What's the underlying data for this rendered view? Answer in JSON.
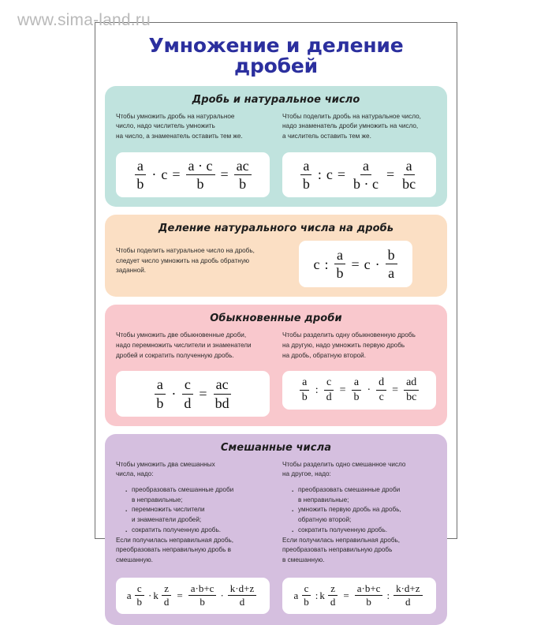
{
  "watermark": "www.sima-land.ru",
  "poster": {
    "title": "Умножение и деление дробей",
    "sections": [
      {
        "id": "fraction-and-natural-number",
        "title": "Дробь и  натуральное число",
        "color": "#c0e3de",
        "left": {
          "text_lines": [
            "Чтобы  умножить  дробь  на  натуральное",
            "число,  надо  числитель  умножить",
            "на  число,  а знаменатель  оставить тем же."
          ],
          "formula": {
            "plain": "a/b · c = (a·c)/b = ac/b",
            "parts": {
              "f1_num": "a",
              "f1_den": "b",
              "op1": "·",
              "c": "c",
              "eq1": "=",
              "f2_num": "a · c",
              "f2_den": "b",
              "eq2": "=",
              "f3_num": "ac",
              "f3_den": "b"
            }
          }
        },
        "right": {
          "text_lines": [
            "Чтобы поделить дробь на натуральное число,",
            "надо знаменатель дроби умножить на число,",
            "а числитель оставить тем же."
          ],
          "formula": {
            "plain": "a/b : c = a/(b·c) = a/bc",
            "parts": {
              "f1_num": "a",
              "f1_den": "b",
              "op1": ":",
              "c": "c",
              "eq1": "=",
              "f2_num": "a",
              "f2_den": "b · c",
              "eq2": "=",
              "f3_num": "a",
              "f3_den": "bc"
            }
          }
        }
      },
      {
        "id": "natural-number-divided-by-fraction",
        "title": "Деление натурального числа на дробь",
        "color": "#fbdfc4",
        "left": {
          "text_lines": [
            "Чтобы поделить натуральное число на дробь,",
            "следует число умножить на дробь обратную",
            "заданной."
          ]
        },
        "formula": {
          "plain": "c : a/b = c · b/a",
          "parts": {
            "c1": "c",
            "op1": ":",
            "f1_num": "a",
            "f1_den": "b",
            "eq1": "=",
            "c2": "c",
            "op2": "·",
            "f2_num": "b",
            "f2_den": "a"
          }
        }
      },
      {
        "id": "common-fractions",
        "title": "Обыкновенные дроби",
        "color": "#f9c8cd",
        "left": {
          "text_lines": [
            "Чтобы умножить две обыкновенные дроби,",
            "надо перемножить числители и знаменатели",
            "дробей и сократить полученную дробь."
          ],
          "formula": {
            "plain": "a/b · c/d = ac/bd",
            "parts": {
              "f1_num": "a",
              "f1_den": "b",
              "op1": "·",
              "f2_num": "c",
              "f2_den": "d",
              "eq1": "=",
              "f3_num": "ac",
              "f3_den": "bd"
            }
          }
        },
        "right": {
          "text_lines": [
            "Чтобы разделить одну обыкновенную дробь",
            "на другую, надо умножить первую дробь",
            "на дробь, обратную второй."
          ],
          "formula": {
            "plain": "a/b : c/d = a/b · d/c = ad/bc",
            "parts": {
              "f1_num": "a",
              "f1_den": "b",
              "op1": ":",
              "f2_num": "c",
              "f2_den": "d",
              "eq1": "=",
              "f3_num": "a",
              "f3_den": "b",
              "op2": "·",
              "f4_num": "d",
              "f4_den": "c",
              "eq2": "=",
              "f5_num": "ad",
              "f5_den": "bc"
            }
          }
        }
      },
      {
        "id": "mixed-numbers",
        "title": "Смешанные числа",
        "color": "#d5bfdf",
        "left": {
          "intro_lines": [
            "Чтобы умножить два смешанных",
            "числа, надо:"
          ],
          "bullets": [
            [
              "преобразовать смешанные дроби",
              "в неправильные;"
            ],
            [
              "перемножить числители",
              "и знаменатели дробей;"
            ],
            [
              "сократить полученную дробь."
            ]
          ],
          "outro_lines": [
            "Если получилась неправильная дробь,",
            "преобразовать неправильную  дробь в",
            "смешанную."
          ],
          "formula": {
            "plain": "a c/b · k z/d = (a·b+c)/b · (k·d+z)/d",
            "parts": {
              "w1": "a",
              "f1_num": "c",
              "f1_den": "b",
              "op1": "·",
              "w2": "k",
              "f2_num": "z",
              "f2_den": "d",
              "eq1": "=",
              "f3_num": "a·b+c",
              "f3_den": "b",
              "op2": "·",
              "f4_num": "k·d+z",
              "f4_den": "d"
            }
          }
        },
        "right": {
          "intro_lines": [
            "Чтобы разделить одно смешанное число",
            "на другое, надо:"
          ],
          "bullets": [
            [
              "преобразовать смешанные дроби",
              "в неправильные;"
            ],
            [
              "умножить первую дробь на дробь,",
              "обратную второй;"
            ],
            [
              "сократить полученную дробь."
            ]
          ],
          "outro_lines": [
            "Если получилась неправильная дробь,",
            "преобразовать неправильную дробь",
            "в смешанную."
          ],
          "formula": {
            "plain": "a c/b : k z/d = (a·b+c)/b : (k·d+z)/d",
            "parts": {
              "w1": "a",
              "f1_num": "c",
              "f1_den": "b",
              "op1": ":",
              "w2": "k",
              "f2_num": "z",
              "f2_den": "d",
              "eq1": "=",
              "f3_num": "a·b+c",
              "f3_den": "b",
              "op2": ":",
              "f4_num": "k·d+z",
              "f4_den": "d"
            }
          }
        }
      }
    ]
  }
}
